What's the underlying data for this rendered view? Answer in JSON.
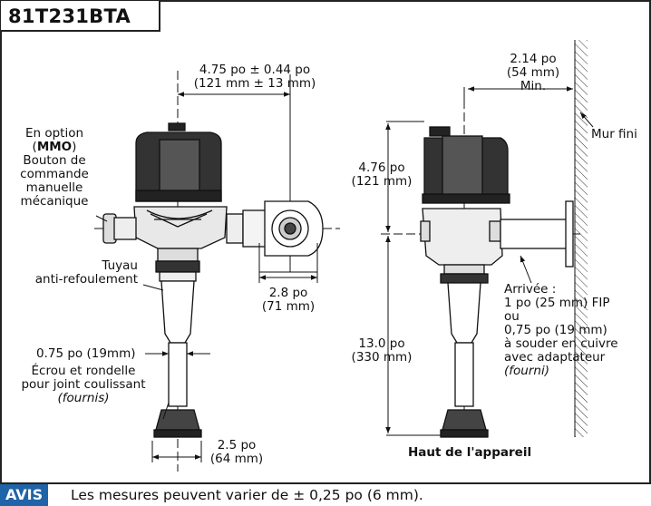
{
  "model": "81T231BTA",
  "left_view": {
    "dim_top_line1": "4.75 po ± 0.44 po",
    "dim_top_line2": "(121 mm ± 13 mm)",
    "mmo_line1": "En option",
    "mmo_paren_open": "(",
    "mmo_bold": "MMO",
    "mmo_paren_close": ")",
    "mmo_line3": "Bouton de",
    "mmo_line4": "commande",
    "mmo_line5": "manuelle",
    "mmo_line6": "mécanique",
    "tube_line1": "Tuyau",
    "tube_line2": "anti-refoulement",
    "dim_side_line1": "2.8 po",
    "dim_side_line2": "(71 mm)",
    "pipe_dim": "0.75 po (19mm)",
    "nut_line1": "Écrou et rondelle",
    "nut_line2": "pour joint coulissant",
    "nut_line3": "(fournis)",
    "dim_bottom_line1": "2.5 po",
    "dim_bottom_line2": "(64 mm)"
  },
  "right_view": {
    "dim_wall_line1": "2.14 po",
    "dim_wall_line2": "(54 mm)",
    "dim_wall_line3": "Min.",
    "wall_label": "Mur fini",
    "dim_upper_line1": "4.76 po",
    "dim_upper_line2": "(121 mm)",
    "dim_lower_line1": "13.0 po",
    "dim_lower_line2": "(330 mm)",
    "inlet_line1": "Arrivée :",
    "inlet_line2": "1 po (25 mm) FIP",
    "inlet_line3": "ou",
    "inlet_line4": "0,75 po (19 mm)",
    "inlet_line5": "à souder en cuivre",
    "inlet_line6": "avec adaptateur",
    "inlet_line7": "(fourni)",
    "caption": "Haut de l'appareil"
  },
  "notice": {
    "badge": "AVIS",
    "text": "Les mesures peuvent varier de ± 0,25 po (6 mm)."
  },
  "colors": {
    "frame": "#222222",
    "badge_bg": "#1f64a8",
    "badge_text": "#ffffff"
  }
}
